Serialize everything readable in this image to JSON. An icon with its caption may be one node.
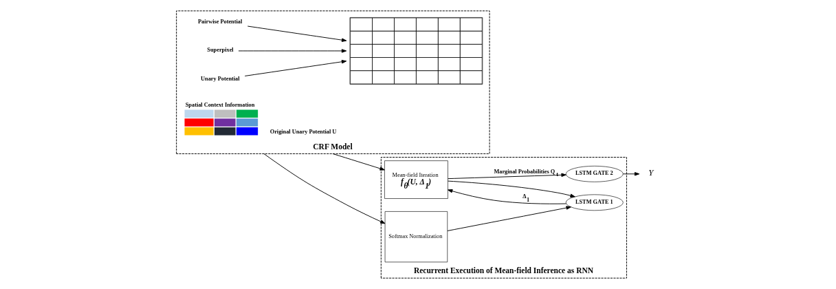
{
  "diagram": {
    "nodes": [
      {
        "text": [
          "CRF Model"
        ]
      },
      {
        "text": [
          "Spatial Context Information"
        ],
        "in": 0
      },
      {
        "text": [
          "Pairwise Potential"
        ],
        "in": 0
      },
      {
        "text": [
          "Superpixel"
        ],
        "in": 0
      },
      {
        "text": [
          "Unary Potential"
        ],
        "in": 0
      },
      {
        "text": [],
        "shape": "picture",
        "in": 0
      },
      {
        "text": [
          "Recurrent Execution of Mean-field Inference as RNN"
        ]
      },
      {
        "text": [
          "Mean-field Iteration",
          "f$_{θ}$(U, Δ$_{1}$)"
        ],
        "in": 6
      },
      {
        "text": [
          "Softmax Normalization"
        ],
        "in": 6
      },
      {
        "text": [
          "LSTM GATE 1"
        ],
        "in": 6
      },
      {
        "text": [
          "LSTM GATE 2"
        ],
        "in": 6
      },
      {
        "text": [
          "Y"
        ]
      }
    ],
    "edges": [
      {
        "from": 2,
        "to": 5,
        "arrow": "to"
      },
      {
        "from": 3,
        "to": 5,
        "arrow": "to"
      },
      {
        "from": 4,
        "to": 5,
        "arrow": "to"
      },
      {
        "from": 0,
        "to": 7,
        "arrow": "to",
        "label": "Original Unary Potential U"
      },
      {
        "from": 0,
        "to": 8,
        "arrow": "to"
      },
      {
        "from": 8,
        "to": 9,
        "arrow": "to"
      },
      {
        "from": 9,
        "to": 7,
        "arrow": "to",
        "label": "Δ$_{1}$"
      },
      {
        "from": 7,
        "to": 10,
        "arrow": "to",
        "label": "Marginal Probabilities Q$_{t}$"
      },
      {
        "from": 7,
        "to": 9,
        "arrow": "to"
      },
      {
        "from": 10,
        "to": 11,
        "arrow": "to"
      }
    ]
  }
}
